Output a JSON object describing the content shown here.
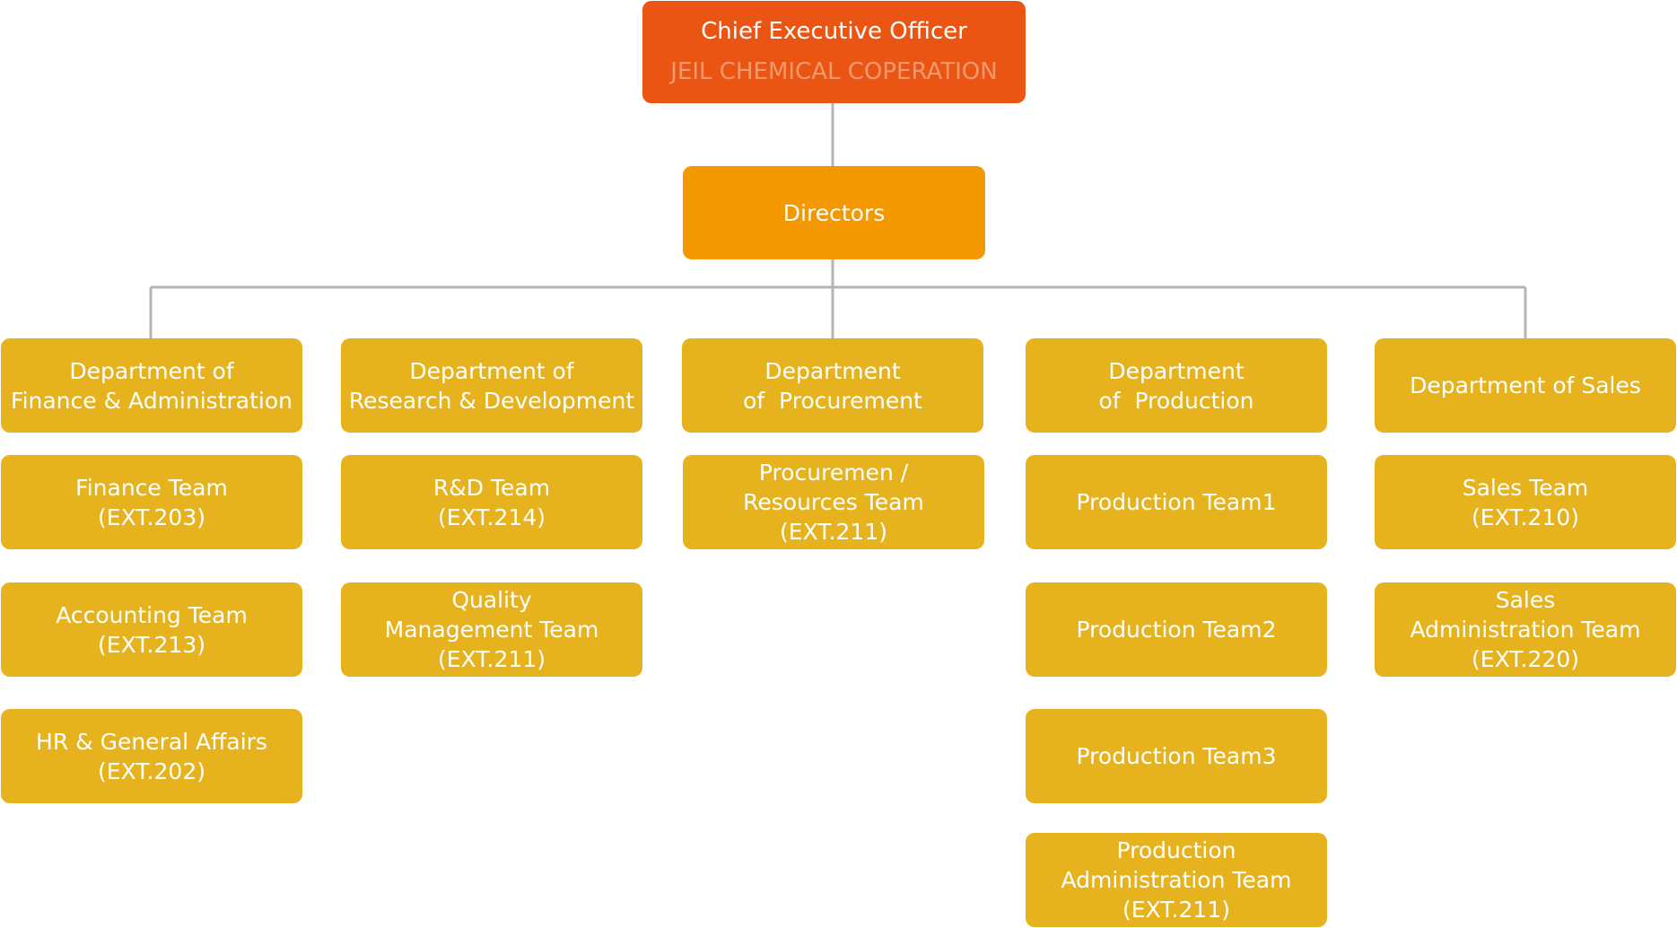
{
  "ceo": {
    "title": "Chief Executive Officer",
    "subtitle": "JEIL CHEMICAL COPERATION"
  },
  "directors": {
    "label": "Directors"
  },
  "departments": [
    {
      "lines": [
        "Department of",
        "Finance & Administration"
      ],
      "teams": [
        {
          "lines": [
            "Finance Team",
            "(EXT.203)"
          ]
        },
        {
          "lines": [
            "Accounting Team",
            "(EXT.213)"
          ]
        },
        {
          "lines": [
            "HR & General Affairs",
            "(EXT.202)"
          ]
        }
      ]
    },
    {
      "lines": [
        "Department of",
        "Research & Development"
      ],
      "teams": [
        {
          "lines": [
            "R&D Team",
            "(EXT.214)"
          ]
        },
        {
          "lines": [
            "Quality",
            "Management Team",
            "(EXT.211)"
          ]
        }
      ]
    },
    {
      "lines": [
        "Department",
        "of  Procurement"
      ],
      "teams": [
        {
          "lines": [
            "Procuremen /",
            "Resources Team",
            "(EXT.211)"
          ]
        }
      ]
    },
    {
      "lines": [
        "Department",
        "of  Production"
      ],
      "teams": [
        {
          "lines": [
            "Production Team1"
          ]
        },
        {
          "lines": [
            "Production Team2"
          ]
        },
        {
          "lines": [
            "Production Team3"
          ]
        },
        {
          "lines": [
            "Production",
            "Administration Team",
            "(EXT.211)"
          ]
        }
      ]
    },
    {
      "lines": [
        "Department of Sales"
      ],
      "teams": [
        {
          "lines": [
            "Sales Team",
            "(EXT.210)"
          ]
        },
        {
          "lines": [
            "Sales",
            "Administration Team",
            "(EXT.220)"
          ]
        }
      ]
    }
  ],
  "colors": {
    "ceo": "#ea5514",
    "directors": "#f39800",
    "department": "#e6b31e",
    "connector": "#b5b5b5"
  }
}
